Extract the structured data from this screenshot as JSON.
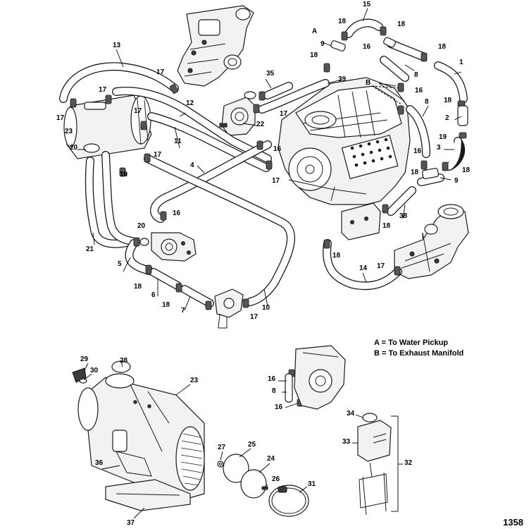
{
  "legend": {
    "a": "A = To Water Pickup",
    "b": "B = To Exhaust Manifold"
  },
  "drawing_code": "1358",
  "callouts": {
    "c1": "1",
    "c2": "2",
    "c3": "3",
    "c4": "4",
    "c5": "5",
    "c6": "6",
    "c7": "7",
    "c8a": "8",
    "c8b": "8",
    "c8c": "8",
    "c9a": "9",
    "c9b": "9",
    "c10": "10",
    "c11": "11",
    "c12": "12",
    "c13": "13",
    "c14": "14",
    "c15": "15",
    "c16a": "16",
    "c16b": "16",
    "c16c": "16",
    "c16d": "16",
    "c16e": "16",
    "c16f": "16",
    "c16g": "16",
    "c17a": "17",
    "c17b": "17",
    "c17c": "17",
    "c17d": "17",
    "c17e": "17",
    "c17f": "17",
    "c17g": "17",
    "c17h": "17",
    "c17i": "17",
    "c18a": "18",
    "c18b": "18",
    "c18c": "18",
    "c18d": "18",
    "c18e": "18",
    "c18f": "18",
    "c18g": "18",
    "c18h": "18",
    "c18i": "18",
    "c18j": "18",
    "c19a": "19",
    "c19b": "19",
    "c20a": "20",
    "c20b": "20",
    "c21": "21",
    "c22": "22",
    "c23a": "23",
    "c23b": "23",
    "c24": "24",
    "c25": "25",
    "c26": "26",
    "c27": "27",
    "c28": "28",
    "c29": "29",
    "c30": "30",
    "c31": "31",
    "c32": "32",
    "c33": "33",
    "c34": "34",
    "c35": "35",
    "c36": "36",
    "c37": "37",
    "c38": "38",
    "c39": "39",
    "cA": "A",
    "cB": "B"
  }
}
